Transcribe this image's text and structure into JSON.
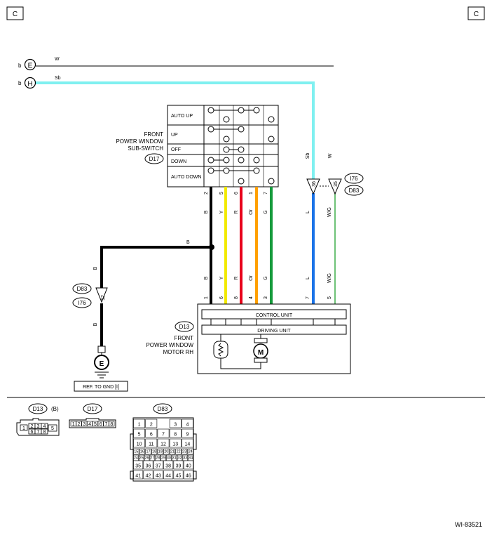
{
  "page": {
    "corner_left": "C",
    "corner_right": "C",
    "figure_id": "WI-83521"
  },
  "signals": {
    "e_prefix": "b",
    "e_letter": "E",
    "e_wire": "W",
    "h_prefix": "b",
    "h_letter": "H",
    "h_wire": "Sb"
  },
  "subswitch": {
    "name_line1": "FRONT",
    "name_line2": "POWER WINDOW",
    "name_line3": "SUB-SWITCH",
    "connector": "D17",
    "rows": [
      "AUTO UP",
      "UP",
      "OFF",
      "DOWN",
      "AUTO DOWN"
    ],
    "pins": [
      "2",
      "5",
      "6",
      "1",
      "7"
    ],
    "wires": [
      "B",
      "Y",
      "R",
      "Or",
      "G"
    ]
  },
  "splice": {
    "wire_label": "B"
  },
  "ground_path": {
    "wire_top": "B",
    "wire_bottom": "B",
    "connector_top": "D83",
    "connector_bottom": "I76",
    "pin": "12",
    "ground_letter": "E",
    "ref_label": "REF. TO GND [I]"
  },
  "right_connector": {
    "wire_top_left": "Sb",
    "wire_top_right": "W",
    "pin_left": "36",
    "pin_right": "35",
    "connector_top": "I76",
    "connector_bottom": "D83",
    "wire_mid_left": "L",
    "wire_mid_right": "W/G"
  },
  "motor": {
    "name_line1": "FRONT",
    "name_line2": "POWER WINDOW",
    "name_line3": "MOTOR RH",
    "connector": "D13",
    "control_unit": "CONTROL UNIT",
    "driving_unit": "DRIVING UNIT",
    "motor_symbol": "M",
    "wires": [
      "B",
      "Y",
      "R",
      "Or",
      "G",
      "L",
      "W/G"
    ],
    "pins": [
      "1",
      "6",
      "8",
      "4",
      "3",
      "7",
      "5"
    ]
  },
  "connector_views": {
    "d13": {
      "label": "D13",
      "suffix": "(B)",
      "row1": [
        "1",
        "2",
        "3",
        "4",
        "5"
      ],
      "row2": [
        "6",
        "7",
        "8"
      ]
    },
    "d17": {
      "label": "D17",
      "pins": [
        "1",
        "2",
        "3",
        "4",
        "5",
        "6",
        "7",
        "8"
      ]
    },
    "d83": {
      "label": "D83",
      "rows": [
        [
          "1",
          "2",
          "3",
          "4"
        ],
        [
          "5",
          "6",
          "7",
          "8",
          "9"
        ],
        [
          "10",
          "11",
          "12",
          "13",
          "14"
        ],
        [
          "15",
          "16",
          "17",
          "18",
          "19",
          "20",
          "21",
          "22",
          "23",
          "24"
        ],
        [
          "24",
          "25",
          "26",
          "27",
          "28",
          "29",
          "30",
          "31",
          "32",
          "33",
          "34"
        ],
        [
          "35",
          "36",
          "37",
          "38",
          "39",
          "40"
        ],
        [
          "41",
          "42",
          "43",
          "44",
          "45",
          "46"
        ]
      ]
    }
  },
  "colors": {
    "wire_B": "#000000",
    "wire_Y": "#f2ea00",
    "wire_R": "#e8001c",
    "wire_Or": "#ffa000",
    "wire_G": "#169b3c",
    "wire_L": "#1a73e8",
    "wire_WG": "#3fae4a",
    "wire_Sb": "#7ff0f0"
  }
}
